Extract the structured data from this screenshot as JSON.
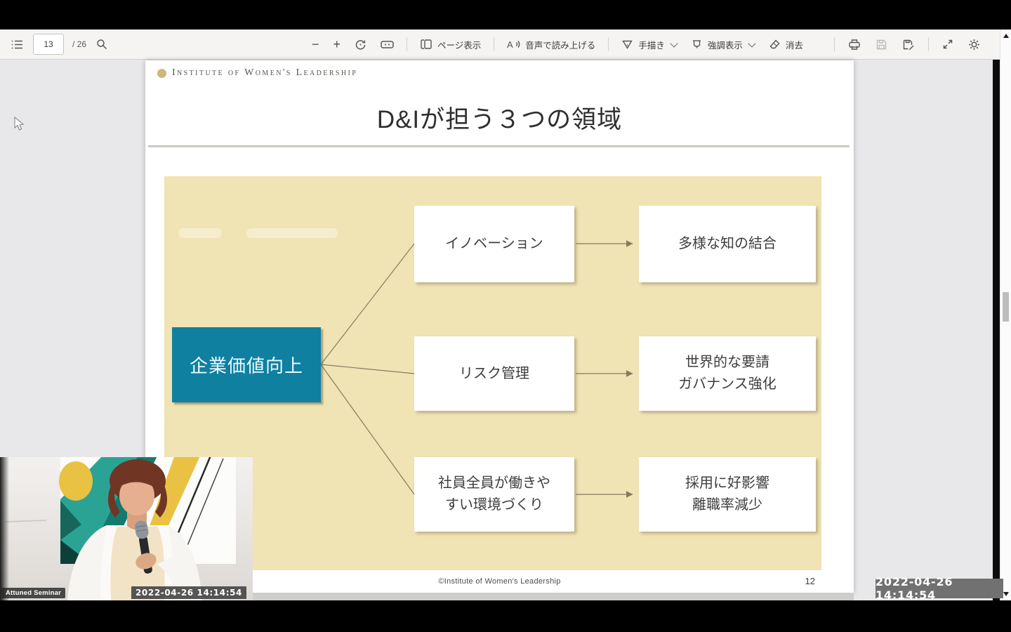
{
  "browser": {
    "page_number": "13",
    "page_total": "/ 26",
    "toolbar": {
      "zoom_out": "−",
      "zoom_in": "+",
      "page_view": "ページ表示",
      "read_aloud": "音声で読み上げる",
      "draw": "手描き",
      "highlight": "強調表示",
      "erase": "消去"
    },
    "icons": [
      "menu-icon",
      "search-icon",
      "rotate-icon",
      "fit-width-icon",
      "page-view-icon",
      "read-aloud-icon",
      "pen-icon",
      "highlighter-icon",
      "eraser-icon",
      "printer-icon",
      "save-icon",
      "save-as-icon",
      "expand-icon",
      "gear-icon"
    ]
  },
  "slide": {
    "brand": "Institute of Women's Leadership",
    "title": "D&Iが担う３つの領域",
    "diagram": {
      "root": "企業価値向上",
      "rows": [
        {
          "cause": "イノベーション",
          "effect": "多様な知の結合"
        },
        {
          "cause": "リスク管理",
          "effect": "世界的な要請\nガバナンス強化"
        },
        {
          "cause": "社員全員が働きや\nすい環境づくり",
          "effect": "採用に好影響\n離職率減少"
        }
      ]
    },
    "footer": {
      "copyright": "©Institute of Women's Leadership",
      "page": "12"
    }
  },
  "webcam": {
    "label": "Attuned Seminar",
    "timestamp": "2022-04-26 14:14:54"
  },
  "overlay": {
    "timestamp": "2022-04-26 14:14:54"
  },
  "colors": {
    "accent_teal": "#0f80a0",
    "slide_tan": "#f0e3b4",
    "toolbar_bg": "#f6f4f2",
    "viewer_bg": "#e8e7ea",
    "connector": "#857c5e"
  }
}
